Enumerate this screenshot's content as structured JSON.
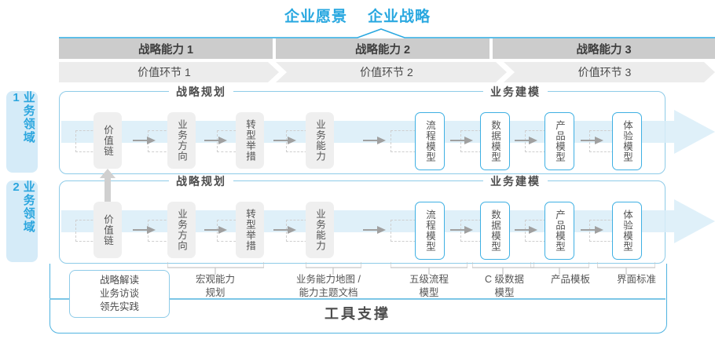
{
  "header": {
    "titles": [
      "企业愿景",
      "企业战略"
    ],
    "accent_color": "#29a8e0"
  },
  "capabilities": [
    {
      "label": "战略能力 1"
    },
    {
      "label": "战略能力 2"
    },
    {
      "label": "战略能力 3"
    }
  ],
  "value_chain": [
    {
      "label": "价值环节 1"
    },
    {
      "label": "价值环节 2"
    },
    {
      "label": "价值环节 3"
    }
  ],
  "side_tabs": [
    {
      "label": "业务领域 1"
    },
    {
      "label": "业务领域 2"
    }
  ],
  "sections": {
    "left_title": "战略规划",
    "right_title": "业务建模"
  },
  "flow_boxes": {
    "left": [
      {
        "label": "价值链",
        "style": "gray"
      },
      {
        "label": "业务方向",
        "style": "gray"
      },
      {
        "label": "转型举措",
        "style": "gray"
      },
      {
        "label": "业务能力",
        "style": "gray"
      }
    ],
    "right": [
      {
        "label": "流程模型",
        "style": "blue"
      },
      {
        "label": "数据模型",
        "style": "blue"
      },
      {
        "label": "产品模型",
        "style": "blue"
      },
      {
        "label": "体验模型",
        "style": "blue"
      }
    ]
  },
  "tool_labels": [
    {
      "text": "战略解读\n业务访谈\n领先实践",
      "boxed": true
    },
    {
      "text": "宏观能力\n规划",
      "boxed": false
    },
    {
      "text": "业务能力地图 /\n能力主题文档",
      "boxed": false
    },
    {
      "text": "五级流程\n模型",
      "boxed": false
    },
    {
      "text": "C 级数据\n模型",
      "boxed": false
    },
    {
      "text": "产品模板",
      "boxed": false
    },
    {
      "text": "界面标准",
      "boxed": false
    }
  ],
  "tool_support_title": "工具支撑",
  "colors": {
    "accent_blue": "#29a8e0",
    "tab_bg": "#d5ebf8",
    "capability_bar": "#cccccc",
    "value_chain_bar": "#ececec",
    "box_gray": "#efefef",
    "box_blue_border": "#3fb0e3"
  }
}
